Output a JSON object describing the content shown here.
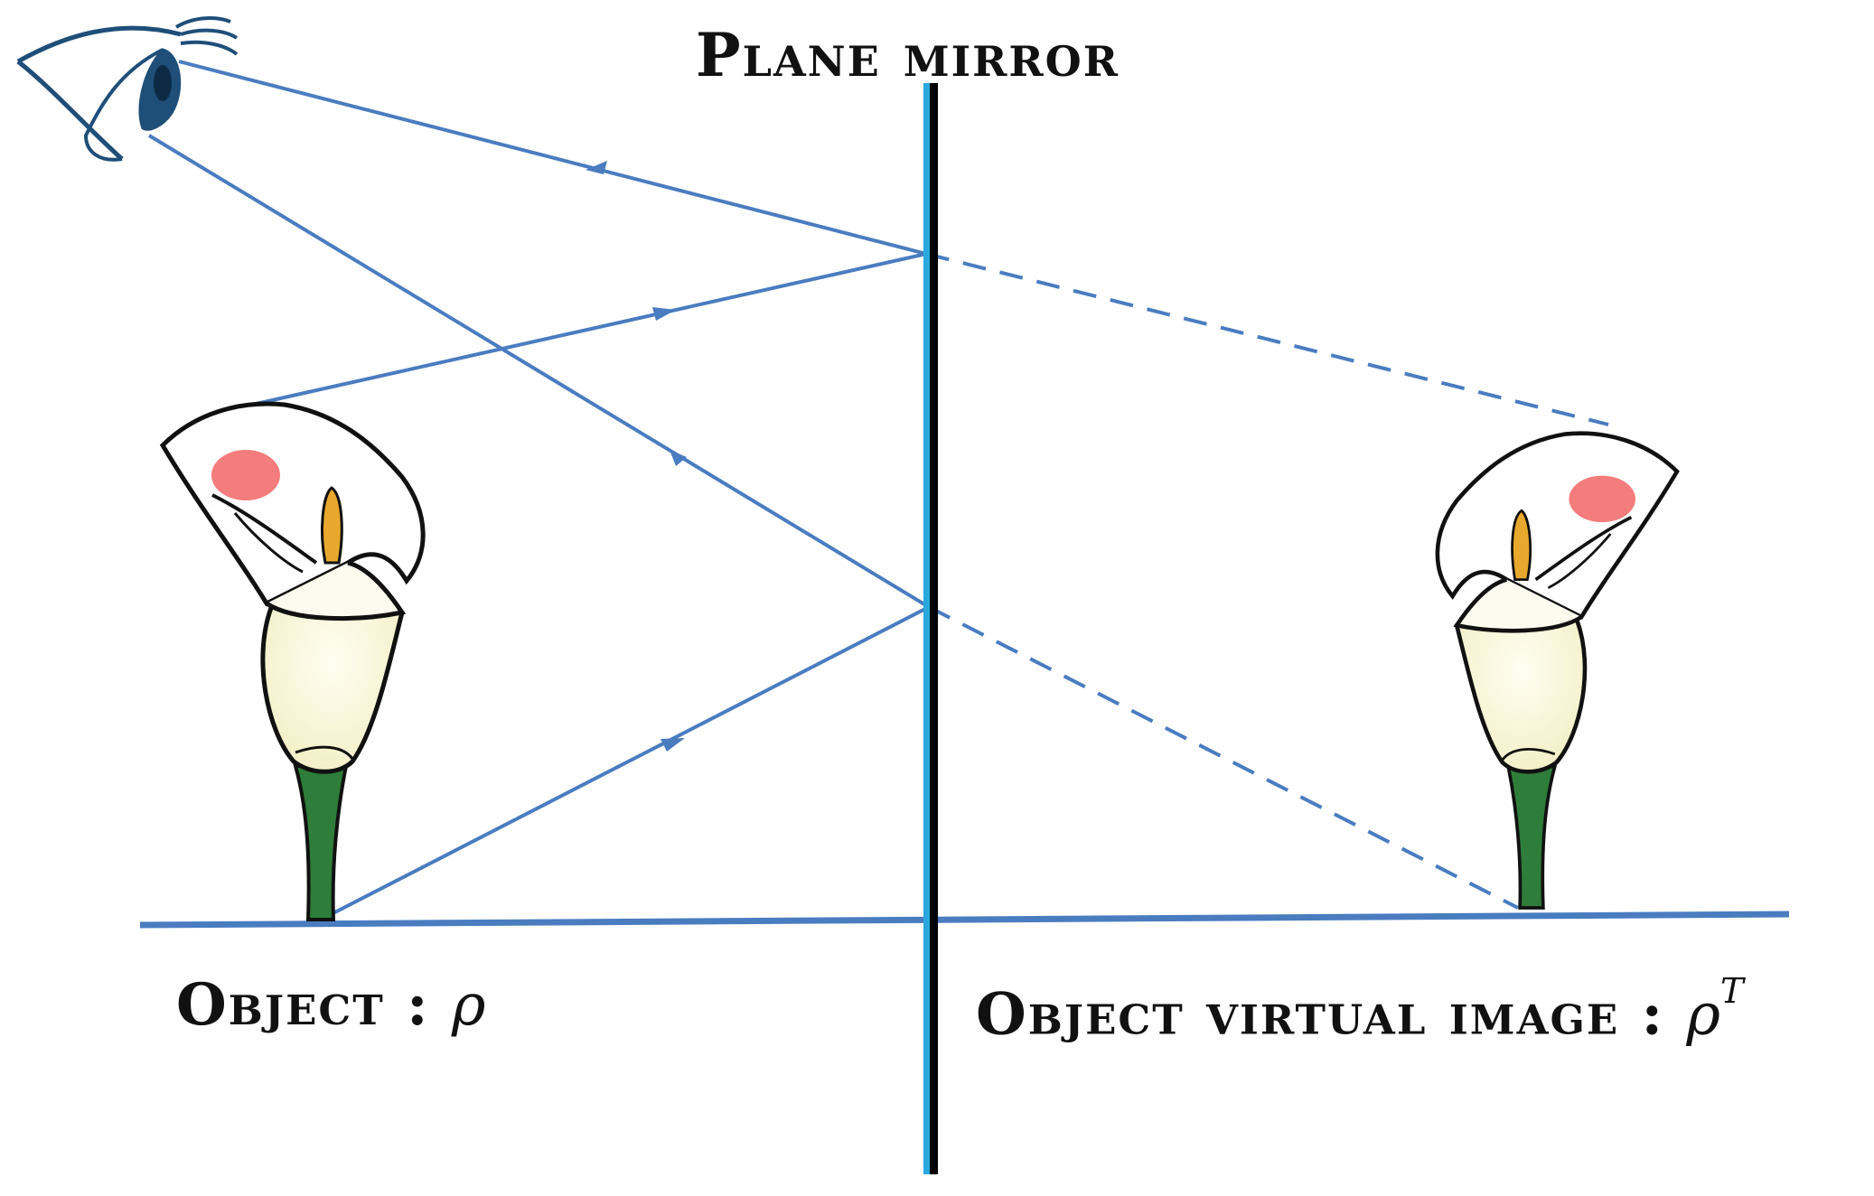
{
  "title": "Plane mirror",
  "object_label": {
    "text": "Object : ",
    "symbol": "ρ"
  },
  "image_label": {
    "text": "Object virtual image : ",
    "symbol": "ρ",
    "superscript": "T"
  },
  "colors": {
    "ray": "#4a7cc0",
    "mirror_front": "#29a8e0",
    "mirror_back": "#000000",
    "spot": "#f47c7c",
    "stem": "#2e7d3a",
    "stamen": "#e8a82e",
    "eye": "#1f4e79"
  },
  "icons": [
    "eye-icon",
    "calla-lily-icon"
  ]
}
